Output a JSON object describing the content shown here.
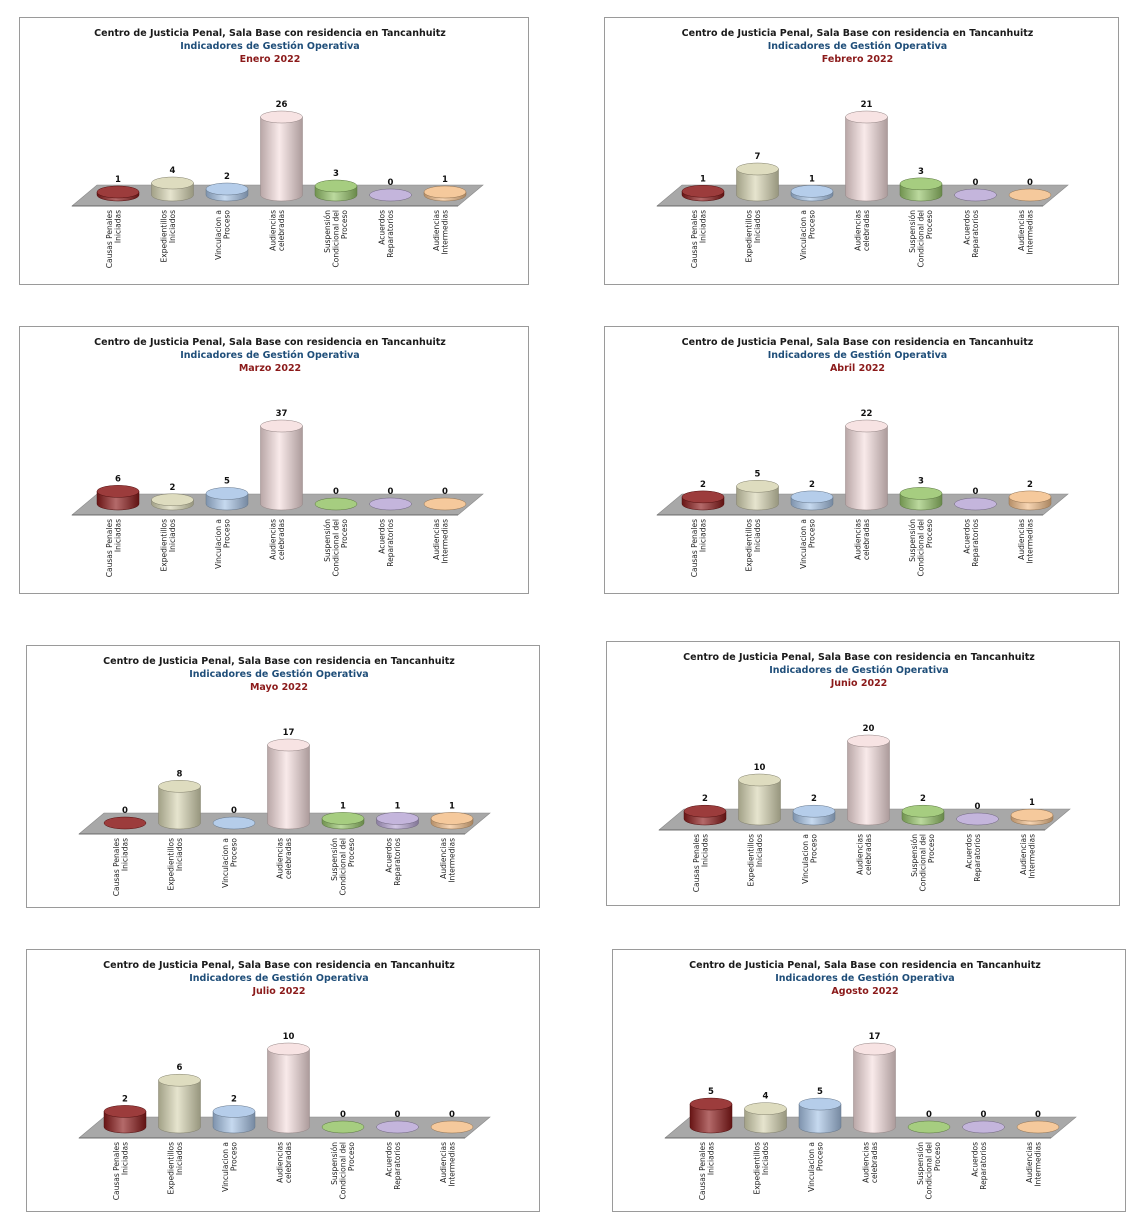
{
  "colors": [
    "#8b1a1a",
    "#d8d6b4",
    "#a8c4e6",
    "#f6dede",
    "#96c46a",
    "#b9a8d6",
    "#f3bf8a"
  ],
  "chart_data": [
    {
      "type": "bar",
      "title": "Centro de Justicia Penal, Sala Base con residencia en Tancanhuitz",
      "subtitle": "Indicadores de Gestión Operativa",
      "period": "Enero 2022",
      "categories": [
        [
          "Causas Penales",
          "Iniciadas"
        ],
        [
          "Expedientillos",
          "Iniciados"
        ],
        [
          "Vinculacion a",
          "Proceso"
        ],
        [
          "Audiencias",
          "celebradas"
        ],
        [
          "Suspensión",
          "Condicional del",
          "Proceso"
        ],
        [
          "Acuerdos",
          "Reparatorios"
        ],
        [
          "Audiencias",
          "Intermedias"
        ]
      ],
      "values": [
        1,
        4,
        2,
        26,
        3,
        0,
        1
      ]
    },
    {
      "type": "bar",
      "title": "Centro de Justicia Penal, Sala Base con residencia en Tancanhuitz",
      "subtitle": "Indicadores de Gestión Operativa",
      "period": "Febrero 2022",
      "categories": [
        [
          "Causas Penales",
          "Iniciadas"
        ],
        [
          "Expedientillos",
          "Iniciados"
        ],
        [
          "Vinculacion a",
          "Proceso"
        ],
        [
          "Audiencias",
          "celebradas"
        ],
        [
          "Suspensión",
          "Condicional del",
          "Proceso"
        ],
        [
          "Acuerdos",
          "Reparatorios"
        ],
        [
          "Audiencias",
          "Intermedias"
        ]
      ],
      "values": [
        1,
        7,
        1,
        21,
        3,
        0,
        0
      ]
    },
    {
      "type": "bar",
      "title": "Centro de Justicia Penal, Sala Base con residencia en Tancanhuitz",
      "subtitle": "Indicadores de Gestión Operativa",
      "period": "Marzo 2022",
      "categories": [
        [
          "Causas Penales",
          "Iniciadas"
        ],
        [
          "Expedientillos",
          "Iniciados"
        ],
        [
          "Vinculacion a",
          "Proceso"
        ],
        [
          "Audiencias",
          "celebradas"
        ],
        [
          "Suspensión",
          "Condicional del",
          "Proceso"
        ],
        [
          "Acuerdos",
          "Reparatorios"
        ],
        [
          "Audiencias",
          "Intermedias"
        ]
      ],
      "values": [
        6,
        2,
        5,
        37,
        0,
        0,
        0
      ]
    },
    {
      "type": "bar",
      "title": "Centro de Justicia Penal, Sala Base con residencia en Tancanhuitz",
      "subtitle": "Indicadores de Gestión Operativa",
      "period": "Abril 2022",
      "categories": [
        [
          "Causas Penales",
          "Iniciadas"
        ],
        [
          "Expedientillos",
          "Iniciados"
        ],
        [
          "Vinculacion a",
          "Proceso"
        ],
        [
          "Audiencias",
          "celebradas"
        ],
        [
          "Suspensión",
          "Condicional del",
          "Proceso"
        ],
        [
          "Acuerdos",
          "Reparatorios"
        ],
        [
          "Audiencias",
          "Intermedias"
        ]
      ],
      "values": [
        2,
        5,
        2,
        22,
        3,
        0,
        2
      ]
    },
    {
      "type": "bar",
      "title": "Centro de Justicia Penal, Sala Base con residencia en Tancanhuitz",
      "subtitle": "Indicadores de Gestión Operativa",
      "period": "Mayo 2022",
      "categories": [
        [
          "Causas Penales",
          "Iniciadas"
        ],
        [
          "Expedientillos",
          "Iniciados"
        ],
        [
          "Vinculacion a",
          "Proceso"
        ],
        [
          "Audiencias",
          "celebradas"
        ],
        [
          "Suspensión",
          "Condicional del",
          "Proceso"
        ],
        [
          "Acuerdos",
          "Reparatorios"
        ],
        [
          "Audiencias",
          "Intermedias"
        ]
      ],
      "values": [
        0,
        8,
        0,
        17,
        1,
        1,
        1
      ]
    },
    {
      "type": "bar",
      "title": "Centro de Justicia Penal, Sala Base con residencia en Tancanhuitz",
      "subtitle": "Indicadores de Gestión Operativa",
      "period": "Junio 2022",
      "categories": [
        [
          "Causas Penales",
          "Iniciadas"
        ],
        [
          "Expedientillos",
          "Iniciados"
        ],
        [
          "Vinculacion a",
          "Proceso"
        ],
        [
          "Audiencias",
          "celebradas"
        ],
        [
          "Suspensión",
          "Condicional del",
          "Proceso"
        ],
        [
          "Acuerdos",
          "Reparatorios"
        ],
        [
          "Audiencias",
          "Intermedias"
        ]
      ],
      "values": [
        2,
        10,
        2,
        20,
        2,
        0,
        1
      ]
    },
    {
      "type": "bar",
      "title": "Centro de Justicia Penal, Sala Base con residencia en Tancanhuitz",
      "subtitle": "Indicadores de Gestión Operativa",
      "period": "Julio 2022",
      "categories": [
        [
          "Causas Penales",
          "Iniciadas"
        ],
        [
          "Expedientillos",
          "Iniciados"
        ],
        [
          "Vinculacion a",
          "Proceso"
        ],
        [
          "Audiencias",
          "celebradas"
        ],
        [
          "Suspensión",
          "Condicional del",
          "Proceso"
        ],
        [
          "Acuerdos",
          "Reparatorios"
        ],
        [
          "Audiencias",
          "Intermedias"
        ]
      ],
      "values": [
        2,
        6,
        2,
        10,
        0,
        0,
        0
      ]
    },
    {
      "type": "bar",
      "title": "Centro de Justicia Penal, Sala Base con residencia en Tancanhuitz",
      "subtitle": "Indicadores de Gestión Operativa",
      "period": "Agosto 2022",
      "categories": [
        [
          "Causas Penales",
          "Iniciadas"
        ],
        [
          "Expedientillos",
          "Iniciados"
        ],
        [
          "Vinculacion a",
          "Proceso"
        ],
        [
          "Audiencias",
          "celebradas"
        ],
        [
          "Suspensión",
          "Condicional del",
          "Proceso"
        ],
        [
          "Acuerdos",
          "Reparatorios"
        ],
        [
          "Audiencias",
          "Intermedias"
        ]
      ],
      "values": [
        5,
        4,
        5,
        17,
        0,
        0,
        0
      ]
    }
  ]
}
